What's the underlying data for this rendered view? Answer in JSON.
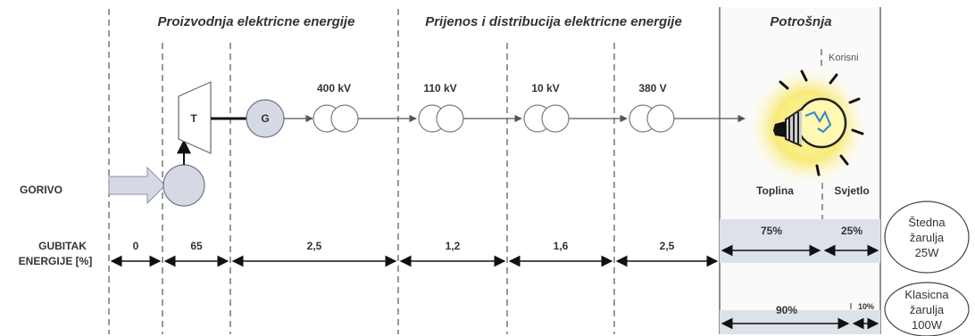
{
  "headers": {
    "production": "Proizvodnja elektricne energije",
    "transmission": "Prijenos i distribucija elektricne energije",
    "consumption": "Potrošnja"
  },
  "components": {
    "turbine": "T",
    "generator": "G"
  },
  "voltages": [
    "400 kV",
    "110 kV",
    "10 kV",
    "380 V"
  ],
  "labels": {
    "fuel": "GORIVO",
    "loss_line1": "GUBITAK",
    "loss_line2": "ENERGIJE [%]",
    "useful": "Korisni",
    "heat": "Toplina",
    "light": "Svjetlo"
  },
  "losses": [
    "0",
    "65",
    "2,5",
    "1,2",
    "1,6",
    "2,5"
  ],
  "bulbs": [
    {
      "heat": "75%",
      "light": "25%",
      "name_lines": [
        "Štedna",
        "žarulja",
        "25W"
      ]
    },
    {
      "heat": "90%",
      "light": "10%",
      "name_lines": [
        "Klasicna",
        "žarulja",
        "100W"
      ]
    }
  ],
  "colors": {
    "component_fill": "#d5d9e3",
    "bar_fill": "#dde1ea",
    "arrow_fill": "#d5d9e3",
    "glow": "#f6e266",
    "lines": "#555555"
  }
}
